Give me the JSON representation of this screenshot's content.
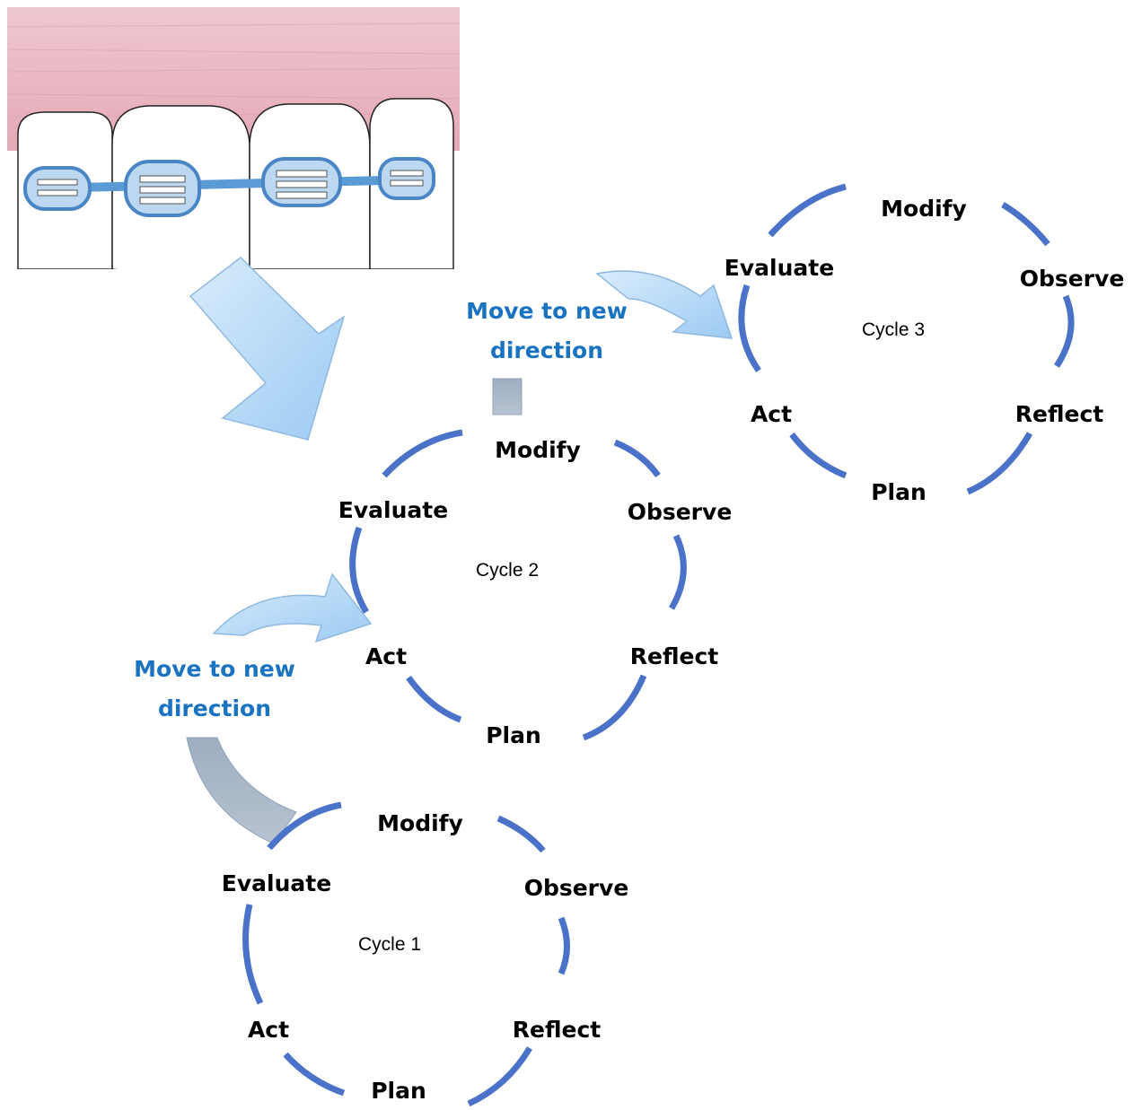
{
  "cycles": [
    {
      "label": "Cycle 1",
      "steps": {
        "modify": "Modify",
        "observe": "Observe",
        "reflect": "Reflect",
        "plan": "Plan",
        "act": "Act",
        "evaluate": "Evaluate"
      }
    },
    {
      "label": "Cycle 2",
      "steps": {
        "modify": "Modify",
        "observe": "Observe",
        "reflect": "Reflect",
        "plan": "Plan",
        "act": "Act",
        "evaluate": "Evaluate"
      }
    },
    {
      "label": "Cycle 3",
      "steps": {
        "modify": "Modify",
        "observe": "Observe",
        "reflect": "Reflect",
        "plan": "Plan",
        "act": "Act",
        "evaluate": "Evaluate"
      }
    }
  ],
  "transitions": [
    {
      "line1": "Move to new",
      "line2": "direction"
    },
    {
      "line1": "Move to new",
      "line2": "direction"
    }
  ],
  "colors": {
    "arc": "#4a72c8",
    "transition_text": "#1a73c0",
    "arrow_fill": "#a9d2f5",
    "arrow_tail": "#a4b2c2",
    "gum": "#e8b5c0",
    "bracket": "#5b9bd5"
  },
  "icons": {
    "illustration": "dental-braces-drawing",
    "arrow": "big-down-right-arrow"
  }
}
